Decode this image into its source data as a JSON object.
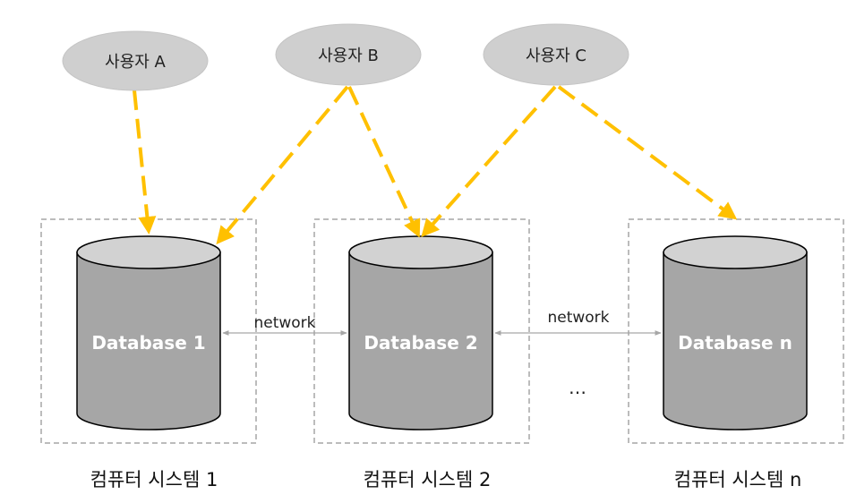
{
  "colors": {
    "user_fill": "#cfcfcf",
    "cylinder_body": "#a6a6a6",
    "cylinder_top": "#d2d2d2",
    "cylinder_stroke": "#000000",
    "arrow": "#ffc000",
    "box_border": "#a6a6a6",
    "network_line": "#a6a6a6"
  },
  "users": [
    {
      "label": "사용자 A"
    },
    {
      "label": "사용자 B"
    },
    {
      "label": "사용자 C"
    }
  ],
  "systems": [
    {
      "db_label": "Database 1",
      "caption": "컴퓨터 시스템 1"
    },
    {
      "db_label": "Database 2",
      "caption": "컴퓨터 시스템 2"
    },
    {
      "db_label": "Database n",
      "caption": "컴퓨터 시스템 n"
    }
  ],
  "network": [
    {
      "label": "network"
    },
    {
      "label": "network"
    }
  ],
  "ellipsis": "…"
}
